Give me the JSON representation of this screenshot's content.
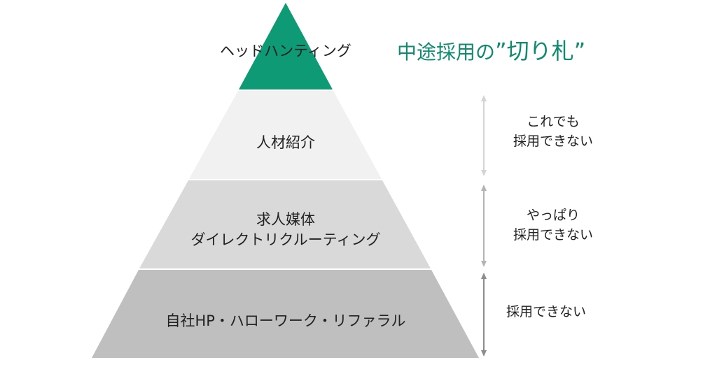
{
  "colors": {
    "top_tier": "#0f9a76",
    "tier_2": "#f1f1f1",
    "tier_3": "#d9d9d9",
    "tier_4": "#bfbfbf",
    "tagline": "#0f8a6f",
    "arrow_light": "#d4d4d4",
    "arrow_mid": "#b4b4b4",
    "arrow_dark": "#8c8c8c"
  },
  "pyramid": {
    "tiers": [
      {
        "label_lines": [
          "ヘッドハンティング"
        ]
      },
      {
        "label_lines": [
          "人材紹介"
        ]
      },
      {
        "label_lines": [
          "求人媒体",
          "ダイレクトリクルーティング"
        ]
      },
      {
        "label_lines": [
          "自社HP・ハローワーク・リファラル"
        ]
      }
    ]
  },
  "tagline": {
    "prefix": "中途採用の",
    "quote_open": "”",
    "emphasis": "切り札",
    "quote_close": "”"
  },
  "side_notes": [
    {
      "lines": [
        "これでも",
        "採用できない"
      ]
    },
    {
      "lines": [
        "やっぱり",
        "採用できない"
      ]
    },
    {
      "lines": [
        "採用できない"
      ]
    }
  ]
}
